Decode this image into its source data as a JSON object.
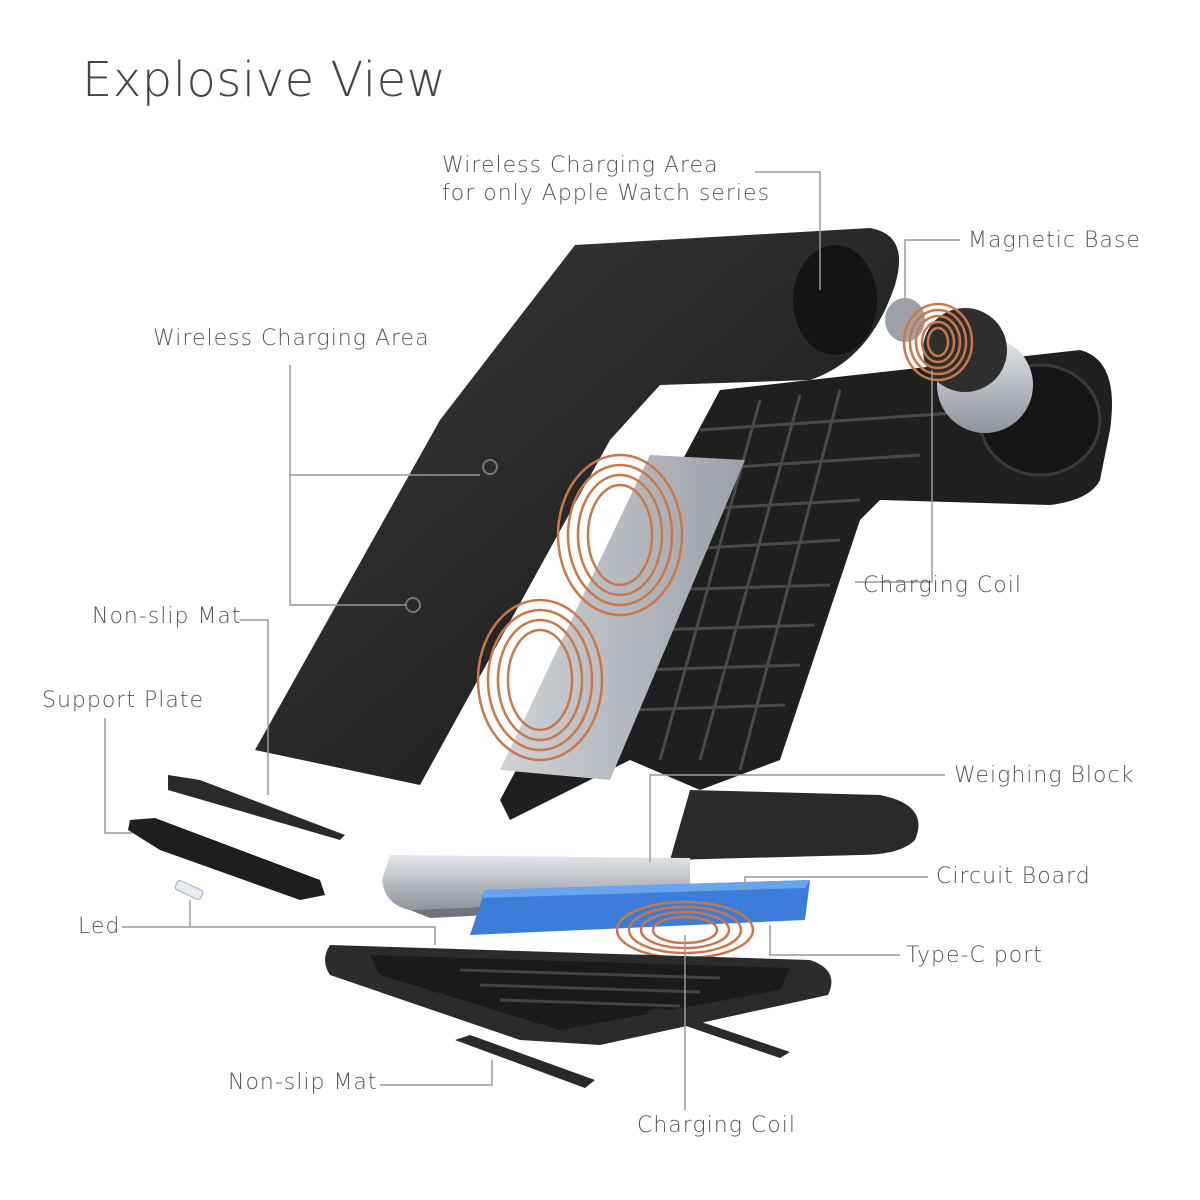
{
  "title": "Explosive View",
  "labels": {
    "watch_area_line1": "Wireless Charging Area",
    "watch_area_line2": "for only Apple Watch series",
    "magnetic_base": "Magnetic Base",
    "wireless_area": "Wireless Charging Area",
    "charging_coil_top": "Charging  Coil",
    "non_slip_mat_top": "Non-slip Mat",
    "support_plate": "Support Plate",
    "weighing_block": "Weighing Block",
    "circuit_board": "Circuit  Board",
    "led": "Led",
    "type_c_port": "Type-C port",
    "non_slip_mat_bottom": "Non-slip Mat",
    "charging_coil_bottom": "Charging  Coil"
  },
  "colors": {
    "text": "#555555",
    "leader": "#9a9a9a",
    "stand": "#2a2a2a",
    "copper": "#c8784a",
    "pcb": "#3b7dd8",
    "metal": "#b9bcc2"
  }
}
